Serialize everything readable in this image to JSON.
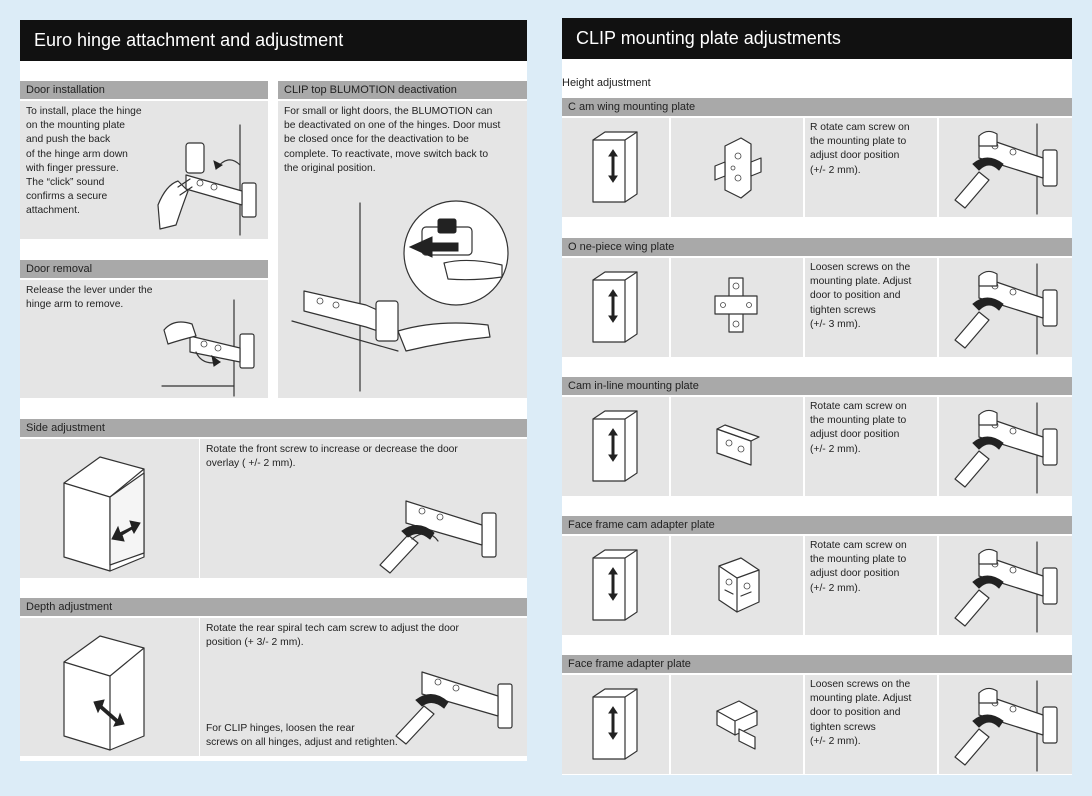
{
  "left": {
    "title": "Euro hinge attachment and adjustment",
    "door_installation": {
      "heading": "Door installation",
      "lines": [
        "To install, place the hinge",
        "on the mounting plate",
        "and push the back",
        "of the hinge arm down",
        "with finger pressure.",
        "The “click” sound",
        "confirms a secure",
        "attachment."
      ]
    },
    "clip_top": {
      "heading": "CLIP top BLUMOTION deactivation",
      "lines": [
        "For small or light doors, the BLUMOTION can",
        "be deactivated on one of the hinges. Door must",
        "be closed once for the deactivation to be",
        "complete. To reactivate, move switch back to",
        "the original position."
      ]
    },
    "door_removal": {
      "heading": "Door removal",
      "lines": [
        "Release the lever under the",
        "hinge arm to remove."
      ]
    },
    "side_adjustment": {
      "heading": "Side adjustment",
      "lines": [
        "Rotate the front screw to increase or decrease the door",
        "overlay ( +/- 2 mm)."
      ]
    },
    "depth_adjustment": {
      "heading": "Depth adjustment",
      "lines": [
        "Rotate the rear spiral tech cam screw to adjust the door",
        "position (+ 3/- 2 mm)."
      ],
      "note_lines": [
        "For CLIP hinges, loosen the rear",
        "screws on all hinges, adjust and retighten."
      ]
    }
  },
  "right": {
    "title": "CLIP mounting plate adjustments",
    "subheading": "Height adjustment",
    "rows": [
      {
        "heading": "C am wing mounting plate",
        "lines": [
          "R otate cam screw on",
          "the mounting plate to",
          "adjust door position",
          "(+/- 2 mm)."
        ]
      },
      {
        "heading": "O ne-piece wing plate",
        "lines": [
          "Loosen screws on the",
          "mounting plate. Adjust",
          "door to position and",
          "tighten screws",
          "(+/- 3 mm)."
        ]
      },
      {
        "heading": "Cam in-line mounting plate",
        "lines": [
          "Rotate cam screw on",
          "the mounting plate to",
          "adjust door position",
          "(+/- 2 mm)."
        ]
      },
      {
        "heading": "Face frame cam adapter plate",
        "lines": [
          "Rotate cam screw on",
          "the mounting plate to",
          "adjust door position",
          "(+/- 2 mm)."
        ]
      },
      {
        "heading": "Face frame adapter plate",
        "lines": [
          "Loosen screws on the",
          "mounting plate. Adjust",
          "door to position and",
          "tighten screws",
          "(+/- 2 mm)."
        ]
      }
    ]
  },
  "icons": {
    "cabinet": "cabinet-box-icon",
    "hinge": "hinge-icon",
    "plate": "mounting-plate-icon",
    "arrow": "double-arrow-icon",
    "screwdriver": "screwdriver-icon"
  },
  "colors": {
    "background": "#dcecf7",
    "title_bar": "#111111",
    "section_header": "#a9a9a9",
    "panel": "#e5e5e5"
  }
}
